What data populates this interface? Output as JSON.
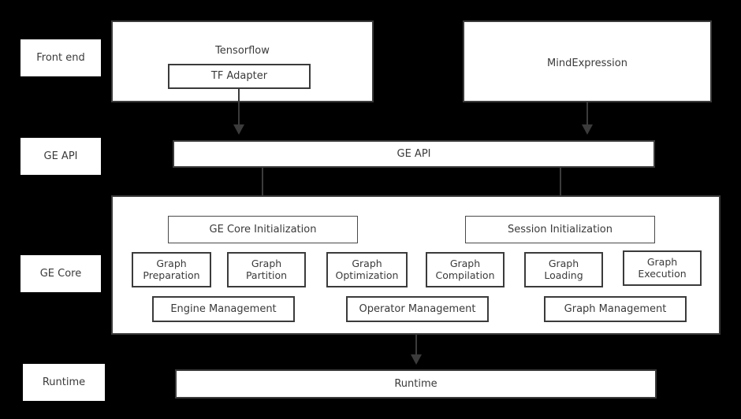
{
  "diagram": {
    "background_color": "#000000",
    "box_fill": "#ffffff",
    "box_border": "#3b3b3b",
    "text_color": "#3a3a3a",
    "layer_labels": [
      {
        "name": "front-end",
        "text": "Front end"
      },
      {
        "name": "ge-api",
        "text": "GE API"
      },
      {
        "name": "ge-core",
        "text": "GE Core"
      },
      {
        "name": "runtime",
        "text": "Runtime"
      }
    ],
    "frontend": {
      "tensorflow": {
        "title": "Tensorflow",
        "adapter": "TF Adapter"
      },
      "mindexpression": {
        "title": "MindExpression"
      }
    },
    "ge_api_bar": {
      "text": "GE API"
    },
    "ge_core": {
      "initializers": [
        {
          "name": "ge-core-initialization",
          "text": "GE Core Initialization"
        },
        {
          "name": "session-initialization",
          "text": "Session Initialization"
        }
      ],
      "modules": [
        {
          "name": "graph-preparation",
          "text": "Graph\nPreparation"
        },
        {
          "name": "graph-partition",
          "text": "Graph\nPartition"
        },
        {
          "name": "graph-optimization",
          "text": "Graph\nOptimization"
        },
        {
          "name": "graph-compilation",
          "text": "Graph\nCompilation"
        },
        {
          "name": "graph-loading",
          "text": "Graph\nLoading"
        },
        {
          "name": "graph-execution",
          "text": "Graph\nExecution"
        }
      ],
      "managers": [
        {
          "name": "engine-management",
          "text": "Engine Management"
        },
        {
          "name": "operator-management",
          "text": "Operator Management"
        },
        {
          "name": "graph-management",
          "text": "Graph Management"
        }
      ]
    },
    "runtime_bar": {
      "text": "Runtime"
    }
  }
}
